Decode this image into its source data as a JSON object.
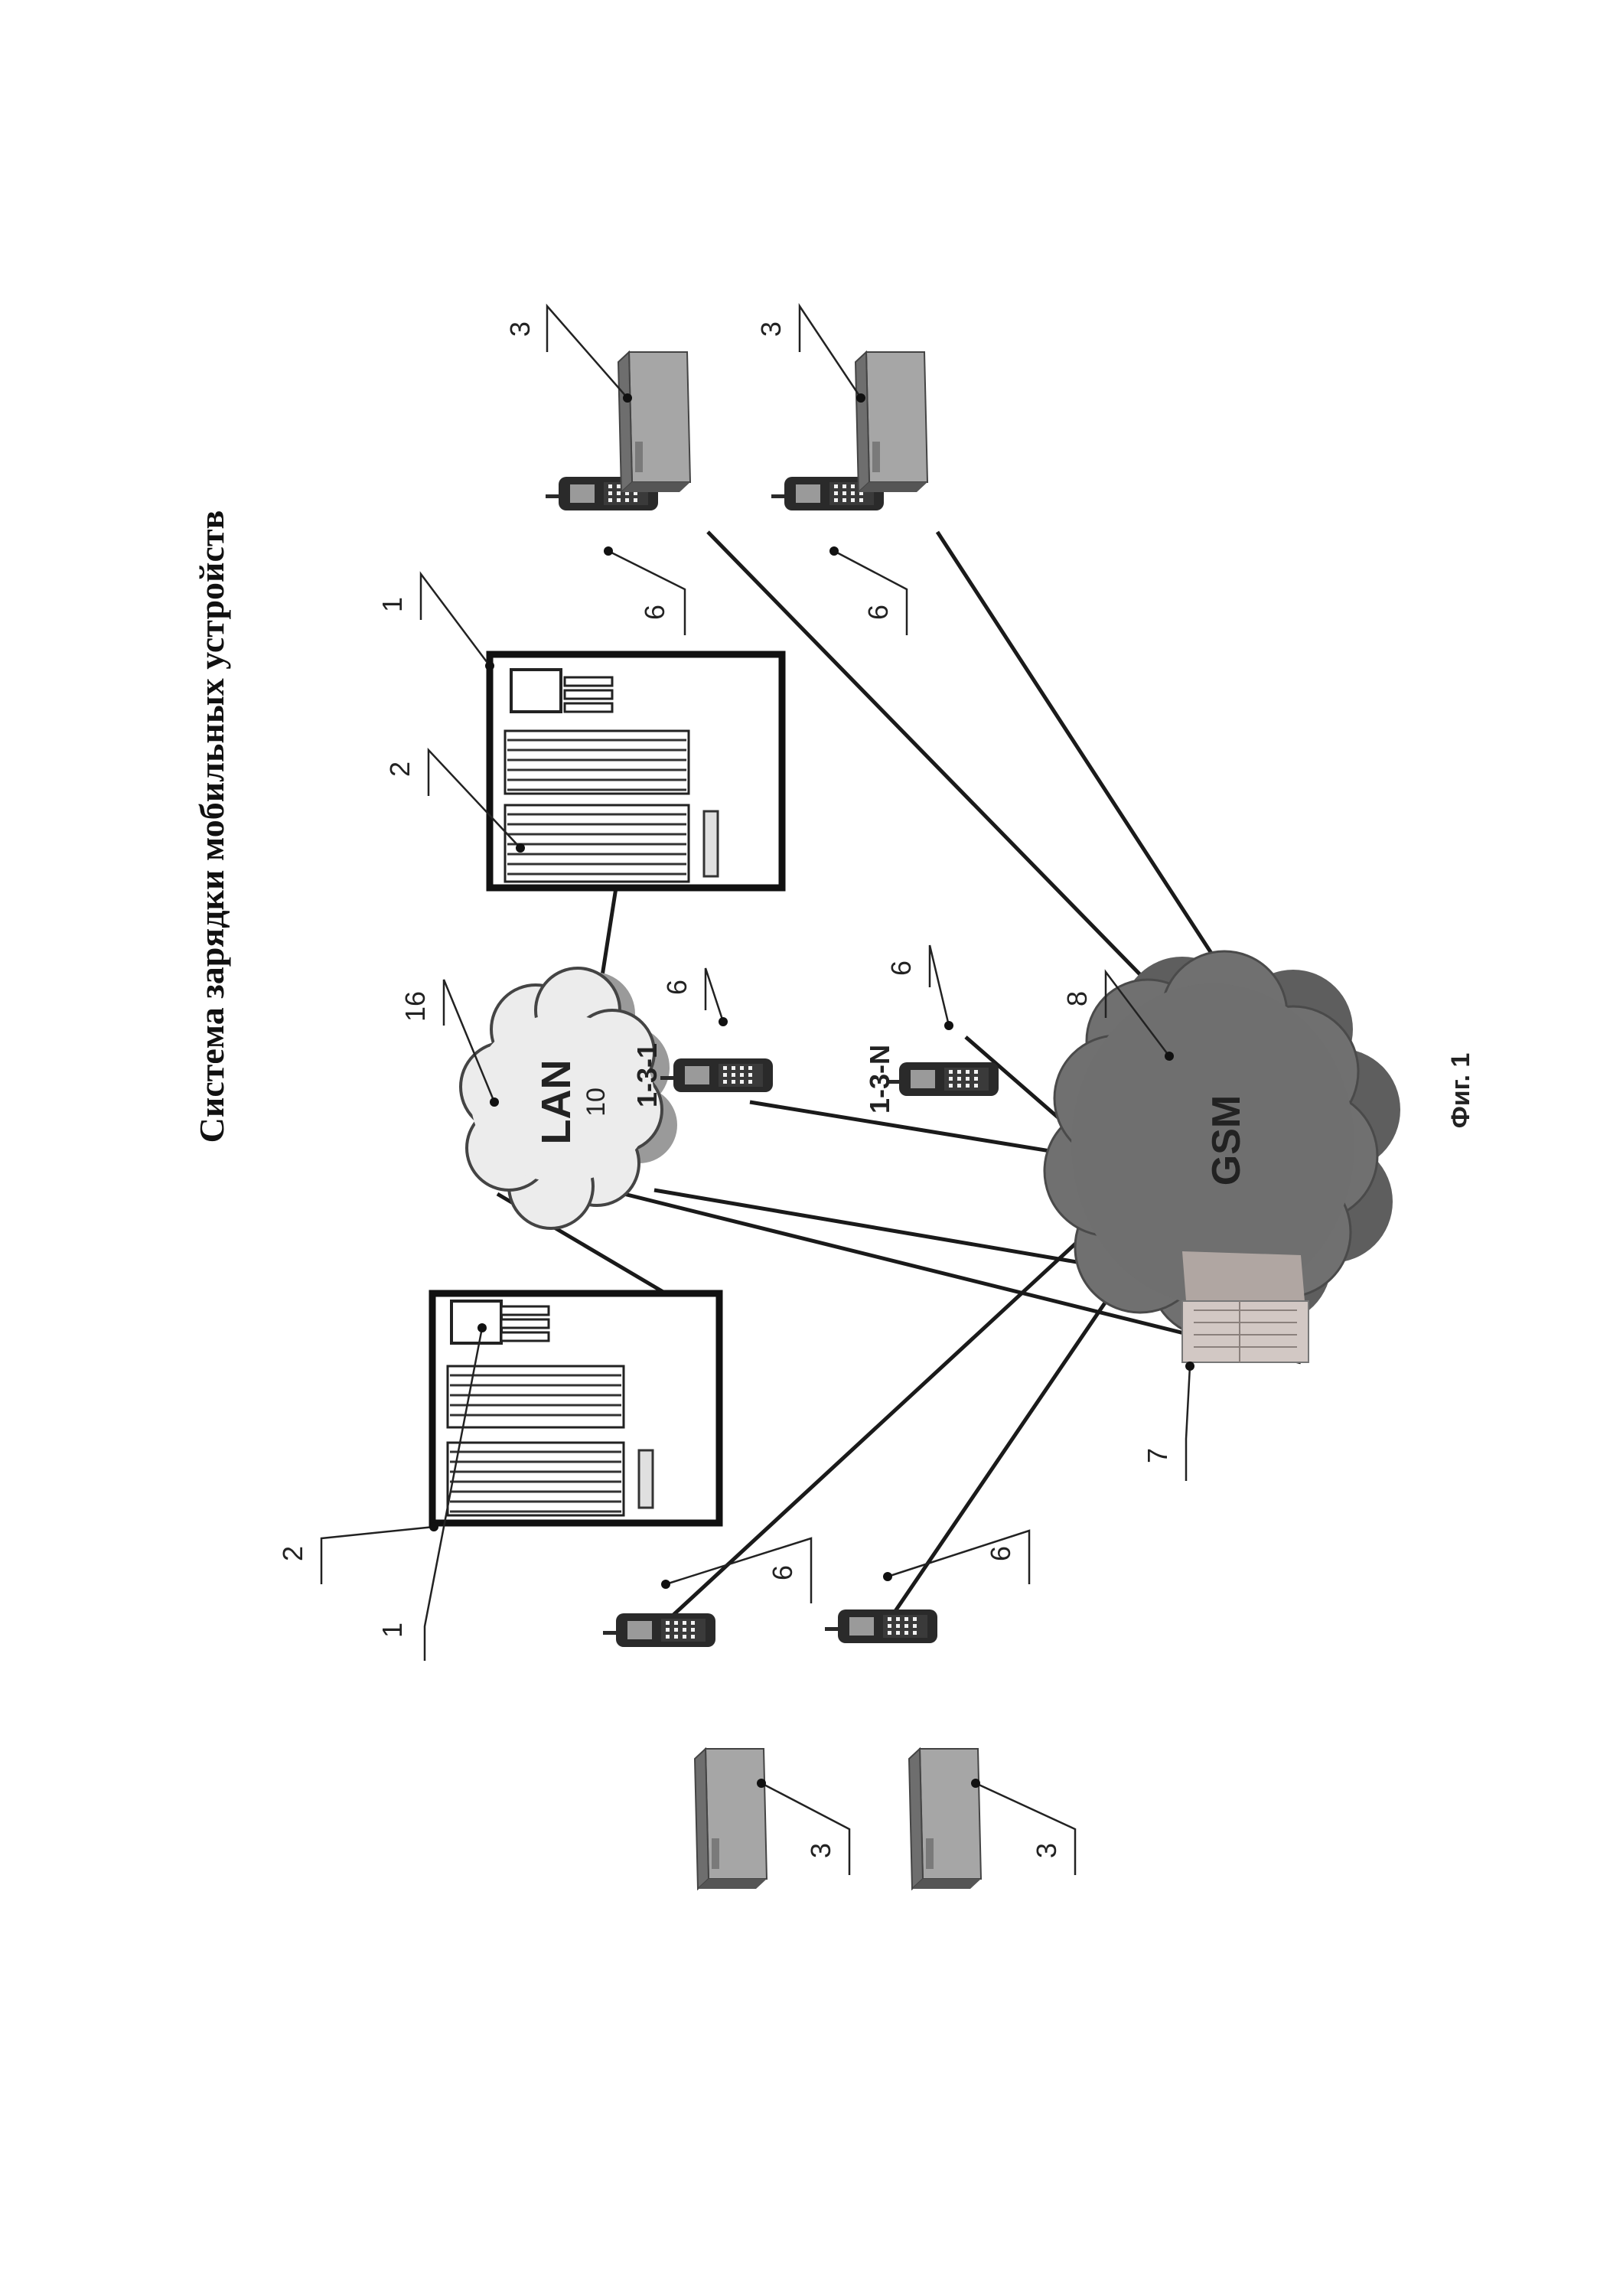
{
  "title": "Система   зарядки  мобильных  устройств",
  "caption": "Фиг. 1",
  "networks": {
    "lan": {
      "label": "LAN",
      "number": "10",
      "callout": "16",
      "sub_label": "1-3-1"
    },
    "gsm": {
      "label": "GSM",
      "callout": "8",
      "sub_label": "1-3-N"
    }
  },
  "callouts": {
    "cabinet": "1",
    "cabinet_panel": "2",
    "charger": "3",
    "phone": "6",
    "gateway": "7"
  },
  "colors": {
    "line": "#1a1a1a",
    "lan_fill": "#ececec",
    "gsm_fill": "#6f6f6f",
    "charger_fill": "#a8a8a8",
    "gateway_fill": "#d2c8c4"
  }
}
